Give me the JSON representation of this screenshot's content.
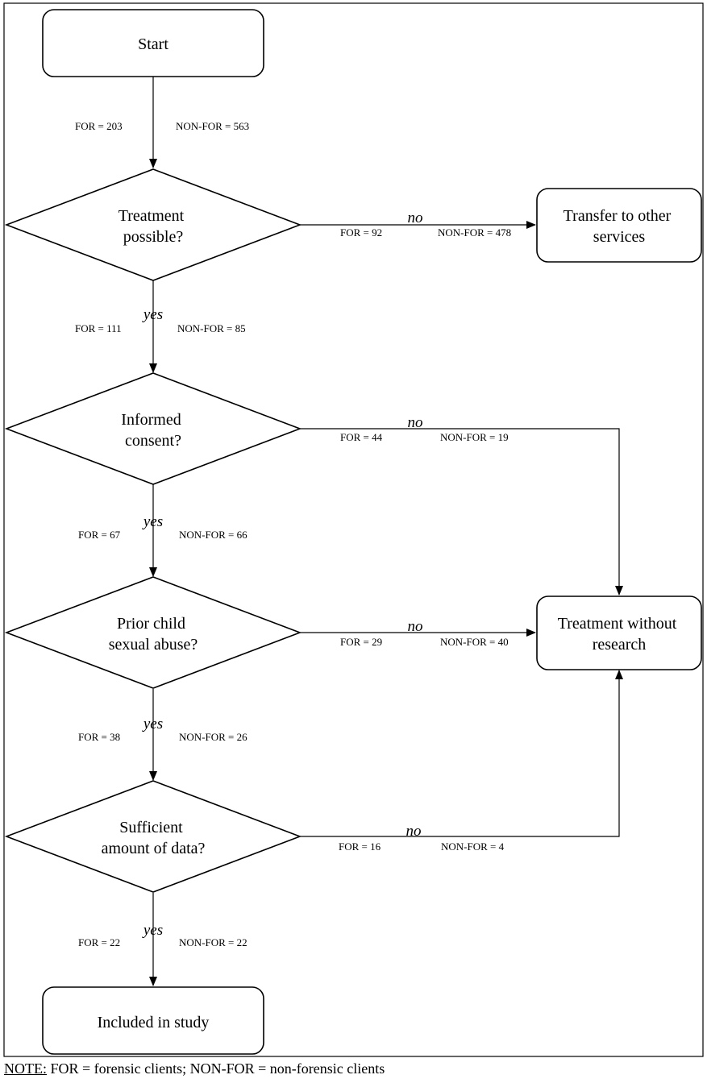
{
  "nodes": {
    "start": [
      "Start"
    ],
    "q1": [
      "Treatment",
      "possible?"
    ],
    "transfer": [
      "Transfer to other",
      "services"
    ],
    "q2": [
      "Informed",
      "consent?"
    ],
    "treatment_without": [
      "Treatment without",
      "research"
    ],
    "q3": [
      "Prior child",
      "sexual abuse?"
    ],
    "q4": [
      "Sufficient",
      "amount of data?"
    ],
    "included": [
      "Included in study"
    ]
  },
  "edge_labels": {
    "yes": "yes",
    "no": "no"
  },
  "counts": {
    "start_q1": {
      "for": "FOR = 203",
      "nonfor": "NON-FOR = 563"
    },
    "q1_no": {
      "for": "FOR = 92",
      "nonfor": "NON-FOR = 478"
    },
    "q1_yes": {
      "for": "FOR = 111",
      "nonfor": "NON-FOR = 85"
    },
    "q2_no": {
      "for": "FOR = 44",
      "nonfor": "NON-FOR = 19"
    },
    "q2_yes": {
      "for": "FOR = 67",
      "nonfor": "NON-FOR = 66"
    },
    "q3_no": {
      "for": "FOR = 29",
      "nonfor": "NON-FOR = 40"
    },
    "q3_yes": {
      "for": "FOR = 38",
      "nonfor": "NON-FOR = 26"
    },
    "q4_no": {
      "for": "FOR = 16",
      "nonfor": "NON-FOR = 4"
    },
    "q4_yes": {
      "for": "FOR = 22",
      "nonfor": "NON-FOR = 22"
    }
  },
  "note": {
    "prefix": "NOTE:",
    "text": " FOR = forensic clients; NON-FOR = non-forensic clients"
  }
}
